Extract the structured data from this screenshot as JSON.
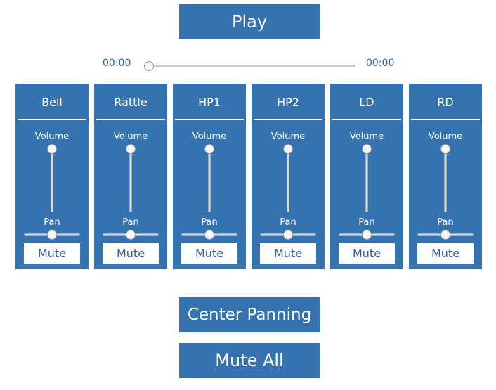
{
  "transport": {
    "play_label": "Play",
    "current_time": "00:00",
    "total_time": "00:00",
    "progress": 0
  },
  "channel_labels": {
    "volume": "Volume",
    "pan": "Pan",
    "mute": "Mute"
  },
  "channels": [
    {
      "name": "Bell",
      "volume": 1.0,
      "pan": 0.5
    },
    {
      "name": "Rattle",
      "volume": 1.0,
      "pan": 0.5
    },
    {
      "name": "HP1",
      "volume": 1.0,
      "pan": 0.5
    },
    {
      "name": "HP2",
      "volume": 1.0,
      "pan": 0.5
    },
    {
      "name": "LD",
      "volume": 1.0,
      "pan": 0.5
    },
    {
      "name": "RD",
      "volume": 1.0,
      "pan": 0.5
    }
  ],
  "actions": {
    "center_panning_label": "Center Panning",
    "mute_all_label": "Mute All"
  },
  "colors": {
    "accent": "#3572b0",
    "text_on_accent": "#ffffff",
    "time_text": "#2f63a0"
  }
}
